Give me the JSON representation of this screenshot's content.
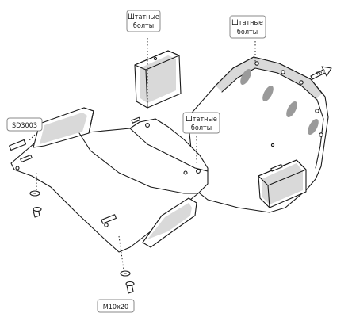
{
  "labels": {
    "top_center": [
      "Штатные",
      "болты"
    ],
    "top_right": [
      "Штатные",
      "болты"
    ],
    "middle": [
      "Штатные",
      "болты"
    ],
    "left_part": "SD3003",
    "bolt": "M10x20",
    "arrow": "FWD"
  }
}
